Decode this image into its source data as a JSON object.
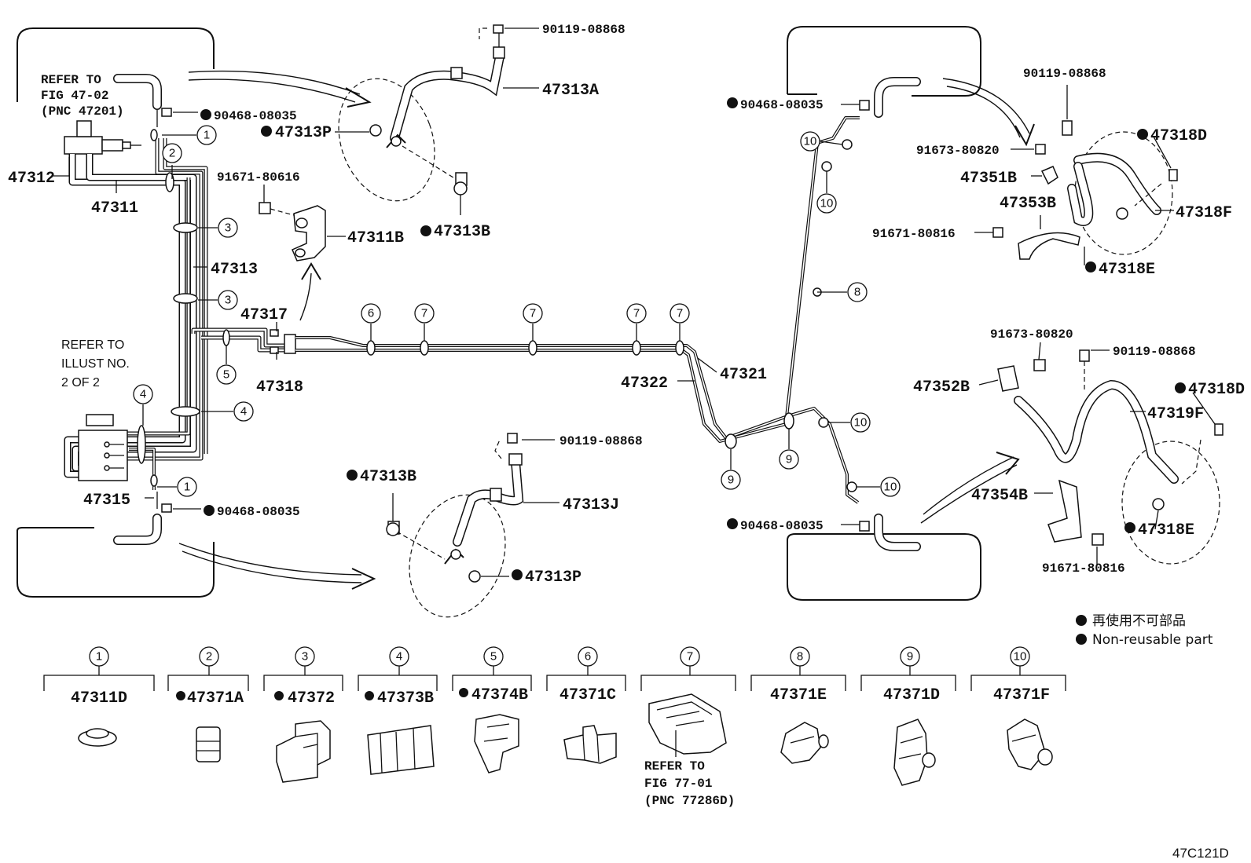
{
  "refs": {
    "top_left": [
      "REFER TO",
      "FIG 47-02",
      "(PNC 47201)"
    ],
    "mid_left": [
      "REFER TO",
      "ILLUST NO.",
      "2 OF 2"
    ],
    "clip7": [
      "REFER TO",
      "FIG 77-01",
      "(PNC 77286D)"
    ]
  },
  "callouts": [
    "1",
    "2",
    "3",
    "4",
    "5",
    "6",
    "7",
    "8",
    "9",
    "10"
  ],
  "labels": {
    "p47312": "47312",
    "p47311": "47311",
    "p47313": "47313",
    "p47317": "47317",
    "p47318": "47318",
    "p47315": "47315",
    "p47311B": "47311B",
    "p91671_80616": "91671-80616",
    "p90468_08035": "90468-08035",
    "p90119_08868": "90119-08868",
    "p47313A": "47313A",
    "p47313P": "47313P",
    "p47313B": "47313B",
    "p47313J": "47313J",
    "p47322": "47322",
    "p47321": "47321",
    "p91673_80820": "91673-80820",
    "p47351B": "47351B",
    "p47353B": "47353B",
    "p91671_80816": "91671-80816",
    "p47318D": "47318D",
    "p47318F": "47318F",
    "p47318E": "47318E",
    "p47352B": "47352B",
    "p47319F": "47319F",
    "p47354B": "47354B"
  },
  "legend": {
    "jp": "再使用不可部品",
    "en": "Non-reusable part"
  },
  "clips": [
    {
      "num": "1",
      "part": "47311D",
      "nonreusable": false
    },
    {
      "num": "2",
      "part": "47371A",
      "nonreusable": true
    },
    {
      "num": "3",
      "part": "47372",
      "nonreusable": true
    },
    {
      "num": "4",
      "part": "47373B",
      "nonreusable": true
    },
    {
      "num": "5",
      "part": "47374B",
      "nonreusable": true
    },
    {
      "num": "6",
      "part": "47371C",
      "nonreusable": false
    },
    {
      "num": "7",
      "part": "",
      "nonreusable": false
    },
    {
      "num": "8",
      "part": "47371E",
      "nonreusable": false
    },
    {
      "num": "9",
      "part": "47371D",
      "nonreusable": false
    },
    {
      "num": "10",
      "part": "47371F",
      "nonreusable": false
    }
  ],
  "figure_id": "47C121D",
  "colors": {
    "ink": "#111111",
    "paper": "#ffffff"
  }
}
